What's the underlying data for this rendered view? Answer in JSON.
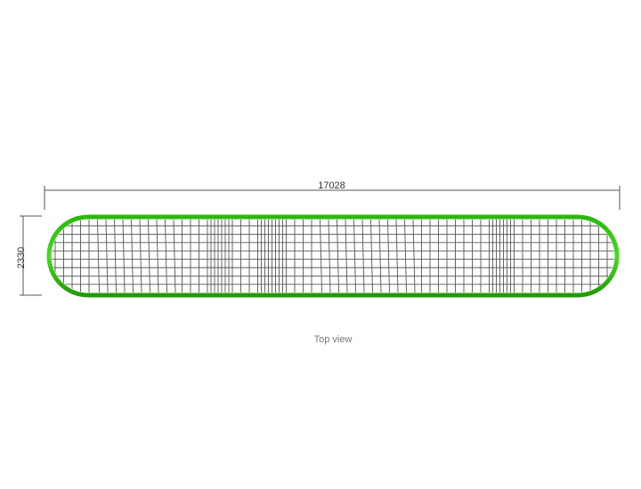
{
  "drawing": {
    "view_label": "Top view",
    "dimensions": {
      "length": "17028",
      "width": "2330"
    },
    "colors": {
      "frame": "#33cc11",
      "frame_dark": "#22a00a",
      "net": "#555555",
      "dimension_line": "#555555"
    }
  }
}
